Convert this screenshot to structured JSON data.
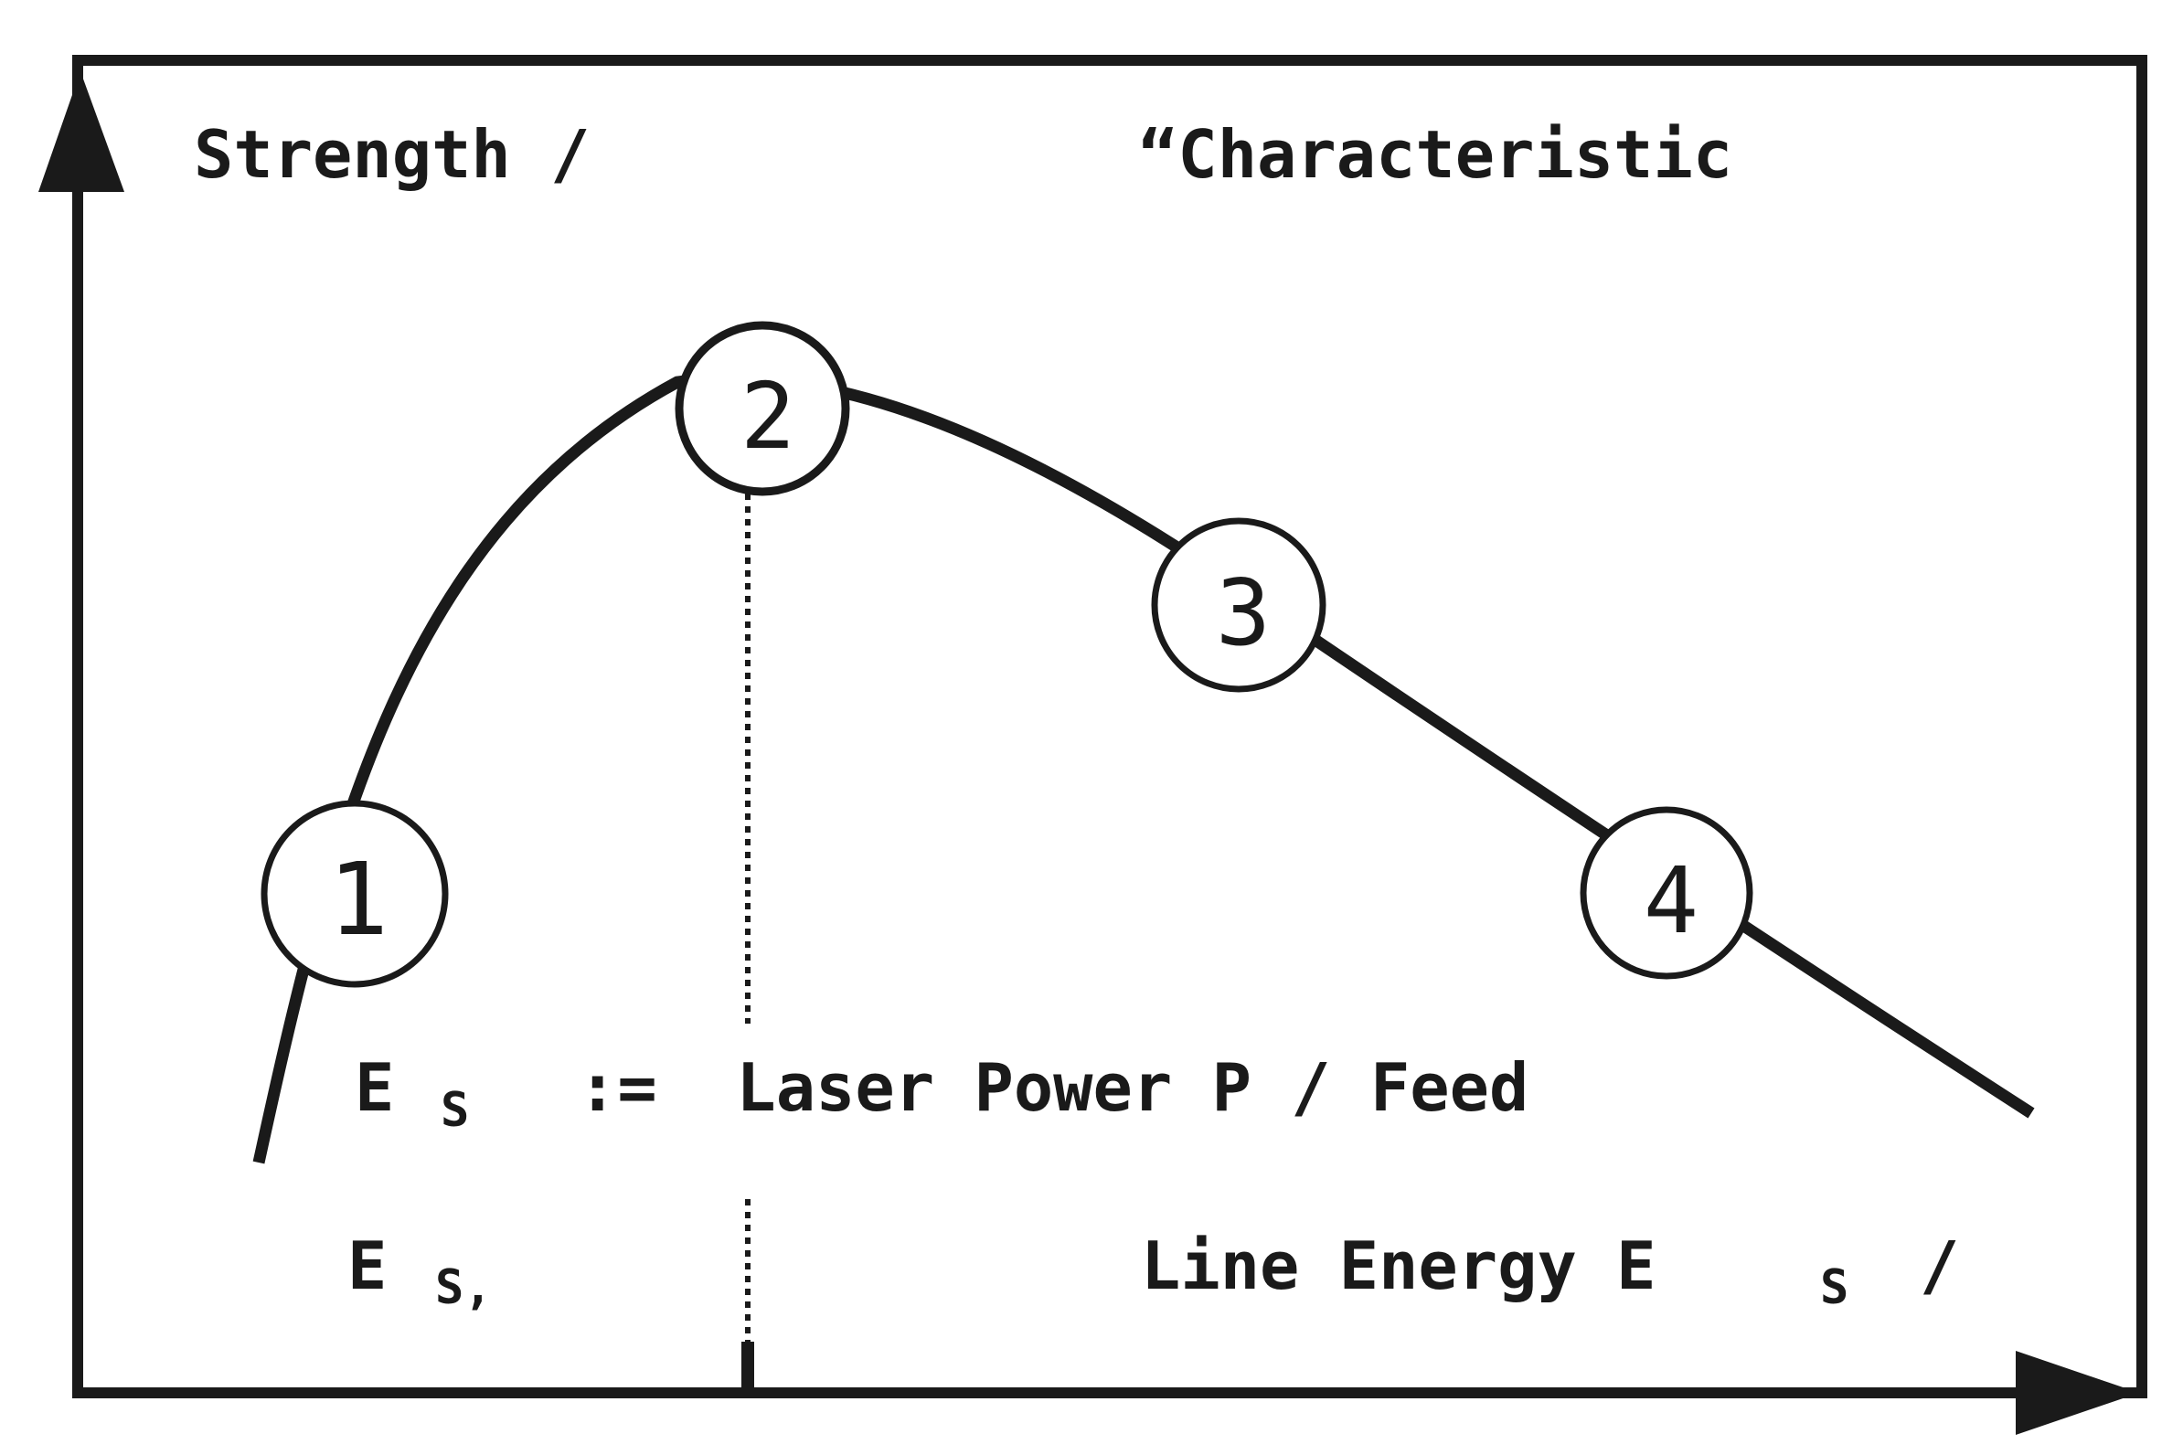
{
  "labels": {
    "y_axis": "Strength /",
    "title": "“Characteristic",
    "definition_symbol": "E",
    "definition_sub": "S",
    "definition_text": ":=  Laser Power P / Feed",
    "x_axis_text": "Line Energy E",
    "x_axis_sub": "S",
    "x_axis_slash": "/",
    "es_marker": "E",
    "es_marker_sub": "S,"
  },
  "points": [
    "1",
    "2",
    "3",
    "4"
  ],
  "colors": {
    "ink": "#1a1a1a",
    "background": "#ffffff"
  }
}
